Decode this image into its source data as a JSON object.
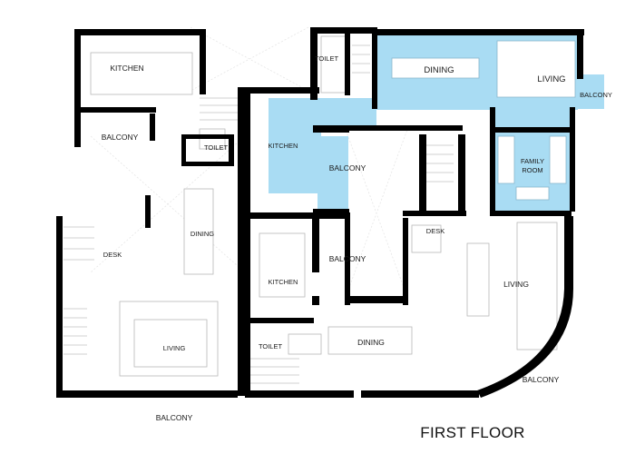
{
  "plan": {
    "title": "FIRST FLOOR",
    "highlight_color": "#a9dcf3",
    "wall_color": "#000000",
    "labels": {
      "kitchen_west": "KITCHEN",
      "balcony_west": "BALCONY",
      "toilet_west": "TOILET",
      "dining_west": "DINING",
      "desk_west": "DESK",
      "living_west": "LIVING",
      "balcony_bottom": "BALCONY",
      "toilet_top": "TOILET",
      "dining_top": "DINING",
      "living_top": "LIVING",
      "balcony_top_right": "BALCONY",
      "kitchen_top": "KITCHEN",
      "balcony_top_center": "BALCONY",
      "family_room": "FAMILY\nROOM",
      "desk_center": "DESK",
      "kitchen_center": "KITCHEN",
      "balcony_center": "BALCONY",
      "living_east": "LIVING",
      "toilet_center": "TOILET",
      "dining_center": "DINING",
      "balcony_curve": "BALCONY"
    }
  }
}
